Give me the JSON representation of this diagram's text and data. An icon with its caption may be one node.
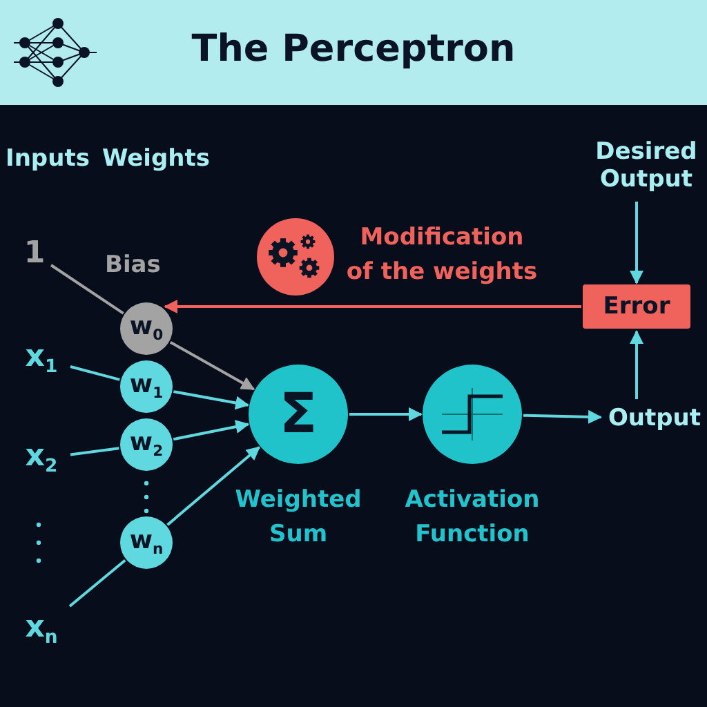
{
  "diagram": {
    "title": "The Perceptron",
    "nodes": [
      {
        "text": [
          "1"
        ]
      },
      {
        "text": [
          "x$_{1}$"
        ]
      },
      {
        "text": [
          "x$_{2}$"
        ]
      },
      {
        "text": [
          "x$_{n}$"
        ]
      },
      {
        "text": [
          "w$_{0}$"
        ]
      },
      {
        "text": [
          "w$_{1}$"
        ]
      },
      {
        "text": [
          "w$_{2}$"
        ]
      },
      {
        "text": [
          "w$_{n}$"
        ]
      },
      {
        "text": [
          "Σ"
        ],
        "beside": [
          "Weighted Sum"
        ]
      },
      {
        "text": [],
        "shape": "circle",
        "beside": [
          "Activation Function"
        ]
      },
      {
        "text": [
          "Output"
        ]
      },
      {
        "text": [
          "Error"
        ]
      },
      {
        "text": [
          "Desired Output"
        ]
      }
    ],
    "edges": [
      {
        "from": 0,
        "to": 4,
        "arrow": "none",
        "color": "#a3a3a3"
      },
      {
        "from": 1,
        "to": 5,
        "arrow": "none"
      },
      {
        "from": 2,
        "to": 6,
        "arrow": "none"
      },
      {
        "from": 3,
        "to": 7,
        "arrow": "none"
      },
      {
        "from": 4,
        "to": 8,
        "arrow": "to",
        "color": "#a3a3a3"
      },
      {
        "from": 5,
        "to": 8,
        "arrow": "to"
      },
      {
        "from": 6,
        "to": 8,
        "arrow": "to"
      },
      {
        "from": 7,
        "to": 8,
        "arrow": "to"
      },
      {
        "from": 8,
        "to": 9,
        "arrow": "to"
      },
      {
        "from": 9,
        "to": 10,
        "arrow": "to"
      },
      {
        "from": 10,
        "to": 11,
        "arrow": "to"
      },
      {
        "from": 12,
        "to": 11,
        "arrow": "to"
      },
      {
        "from": 11,
        "to": 4,
        "arrow": "to",
        "color": "#f0625c",
        "label": "Modification of the weights"
      }
    ],
    "labels": [
      "Inputs",
      "Weights",
      "Bias"
    ]
  }
}
